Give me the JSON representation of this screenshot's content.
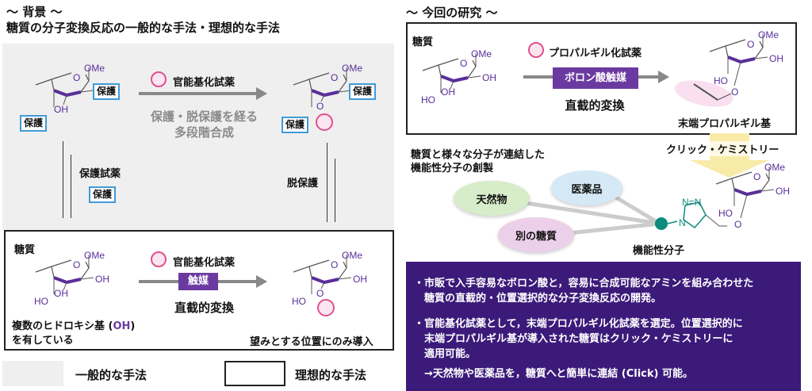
{
  "colors": {
    "accent": "#6b3aa0",
    "purple_panel": "#3b1a7a",
    "protect_border": "#3f9bd6",
    "reagent_circle": "#e0508f",
    "teal": "#0e8b7e"
  },
  "atoms": {
    "ome": "OMe",
    "oh": "OH",
    "ho": "HO",
    "o": "O",
    "n": "N",
    "nn": "N=N"
  },
  "left": {
    "heading1": "〜 背景 〜",
    "heading2": "糖質の分子変換反応の一般的な手法・理想的な手法",
    "general": {
      "protect": "保護",
      "reagent": "官能基化試薬",
      "multistep1": "保護・脱保護を経る",
      "multistep2": "多段階合成",
      "protect_reagent": "保護試薬",
      "deprotect": "脱保護"
    },
    "ideal": {
      "sugar": "糖質",
      "reagent": "官能基化試薬",
      "catalyst": "触媒",
      "direct": "直截的変換",
      "note1_a": "複数のヒドロキシ基 (",
      "note1_oh": "OH",
      "note1_b": ")",
      "note2": "を有している",
      "result": "望みとする位置にのみ導入"
    },
    "legend": {
      "general": "一般的な手法",
      "ideal": "理想的な手法"
    }
  },
  "right": {
    "heading": "〜 今回の研究 〜",
    "sugar": "糖質",
    "reagent": "プロパルギル化試薬",
    "catalyst": "ボロン酸触媒",
    "direct": "直截的変換",
    "terminal": "末端プロパルギル基",
    "click": "クリック・ケミストリー",
    "goal1": "糖質と様々な分子が連結した",
    "goal2": "機能性分子の創製",
    "natural": "天然物",
    "drug": "医薬品",
    "other_sugar": "別の糖質",
    "functional": "機能性分子",
    "bullets": [
      "・市販で入手容易なボロン酸と，容易に合成可能なアミンを組み合わせた",
      "　糖質の直截的・位置選択的な分子変換反応の開発。",
      "・官能基化試薬として，末端プロパルギル化試薬を選定。位置選択的に",
      "　末端プロパルギル基が導入された糖質はクリック・ケミストリーに",
      "　適用可能。",
      "　→天然物や医薬品を，糖質へと簡単に連結 (Click) 可能。"
    ]
  }
}
